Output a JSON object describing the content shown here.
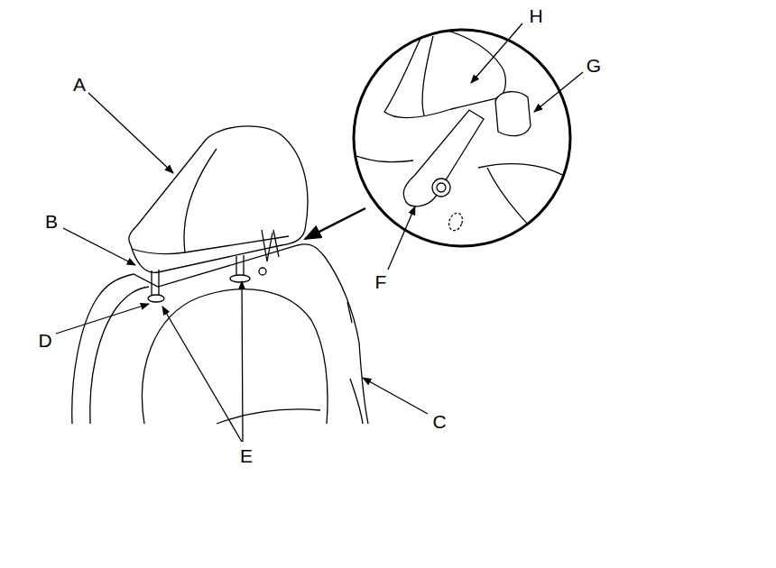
{
  "diagram": {
    "labels": [
      "H",
      "G",
      "A",
      "B",
      "D",
      "F",
      "C",
      "E"
    ]
  }
}
